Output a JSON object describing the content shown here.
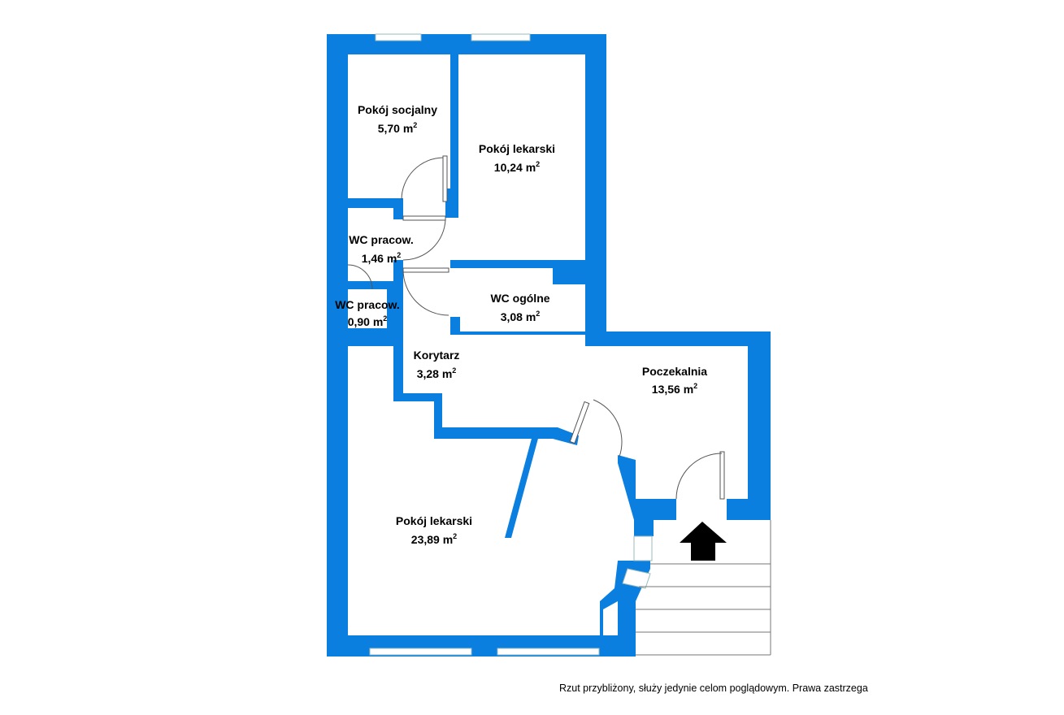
{
  "colors": {
    "wall": "#0a7fe0",
    "background": "#ffffff",
    "window": "#ffffff",
    "door_line": "#555555",
    "arrow": "#000000"
  },
  "icons": {
    "entrance": "entrance-arrow-icon"
  },
  "rooms": [
    {
      "id": "pokoj-socjalny",
      "name": "Pokój socjalny",
      "area": "5,70 m"
    },
    {
      "id": "pokoj-lekarski-1",
      "name": "Pokój lekarski",
      "area": "10,24 m"
    },
    {
      "id": "wc-pracow-1",
      "name": "WC pracow.",
      "area": "1,46 m"
    },
    {
      "id": "wc-pracow-2",
      "name": "WC pracow.",
      "area": "0,90 m"
    },
    {
      "id": "wc-ogolne",
      "name": "WC ogólne",
      "area": "3,08 m"
    },
    {
      "id": "korytarz",
      "name": "Korytarz",
      "area": "3,28 m"
    },
    {
      "id": "poczekalnia",
      "name": "Poczekalnia",
      "area": "13,56 m"
    },
    {
      "id": "pokoj-lekarski-2",
      "name": "Pokój lekarski",
      "area": "23,89 m"
    }
  ],
  "unit_exponent": "2",
  "disclaimer": "Rzut przybliżony, służy jedynie celom poglądowym. Prawa zastrzega"
}
